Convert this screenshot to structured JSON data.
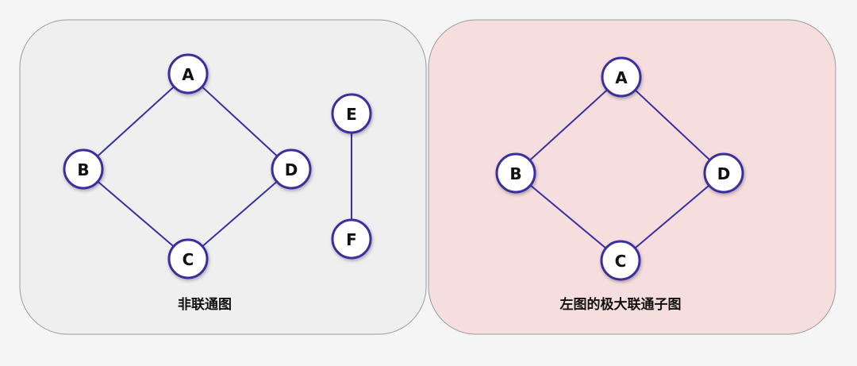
{
  "colors": {
    "edge": "#3a2fa0",
    "left_bg": "#efefef",
    "right_bg": "#f7dede",
    "border": "#9a9a9a"
  },
  "left": {
    "caption": "非联通图",
    "nodes": {
      "A": "A",
      "B": "B",
      "C": "C",
      "D": "D",
      "E": "E",
      "F": "F"
    },
    "edges": [
      [
        "A",
        "B"
      ],
      [
        "A",
        "D"
      ],
      [
        "B",
        "C"
      ],
      [
        "D",
        "C"
      ],
      [
        "E",
        "F"
      ]
    ]
  },
  "right": {
    "caption": "左图的极大联通子图",
    "nodes": {
      "A": "A",
      "B": "B",
      "C": "C",
      "D": "D"
    },
    "edges": [
      [
        "A",
        "B"
      ],
      [
        "A",
        "D"
      ],
      [
        "B",
        "C"
      ],
      [
        "D",
        "C"
      ]
    ]
  }
}
